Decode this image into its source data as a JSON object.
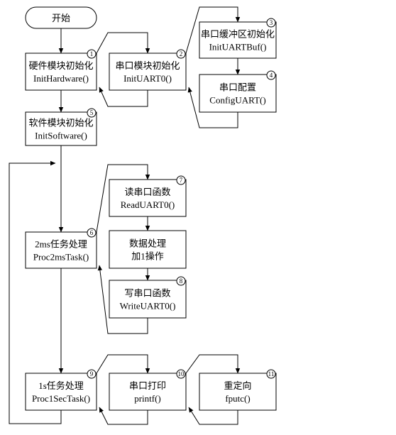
{
  "start": {
    "label": "开始"
  },
  "nodes": [
    {
      "id": "init-hardware",
      "line1": "硬件模块初始化",
      "line2": "InitHardware()",
      "badge": "1"
    },
    {
      "id": "init-uart0",
      "line1": "串口模块初始化",
      "line2": "InitUART0()",
      "badge": "2"
    },
    {
      "id": "init-uart-buf",
      "line1": "串口缓冲区初始化",
      "line2": "InitUARTBuf()",
      "badge": "3"
    },
    {
      "id": "config-uart",
      "line1": "串口配置",
      "line2": "ConfigUART()",
      "badge": "4"
    },
    {
      "id": "init-software",
      "line1": "软件模块初始化",
      "line2": "InitSoftware()",
      "badge": "5"
    },
    {
      "id": "proc-2ms-task",
      "line1": "2ms任务处理",
      "line2": "Proc2msTask()",
      "badge": "6"
    },
    {
      "id": "read-uart0",
      "line1": "读串口函数",
      "line2": "ReadUART0()",
      "badge": "7"
    },
    {
      "id": "data-process",
      "line1": "数据处理",
      "line2": "加1操作",
      "badge": ""
    },
    {
      "id": "write-uart0",
      "line1": "写串口函数",
      "line2": "WriteUART0()",
      "badge": "8"
    },
    {
      "id": "proc-1sec-task",
      "line1": "1s任务处理",
      "line2": "Proc1SecTask()",
      "badge": "9"
    },
    {
      "id": "printf",
      "line1": "串口打印",
      "line2": "printf()",
      "badge": "10"
    },
    {
      "id": "fputc",
      "line1": "重定向",
      "line2": "fputc()",
      "badge": "11"
    }
  ]
}
